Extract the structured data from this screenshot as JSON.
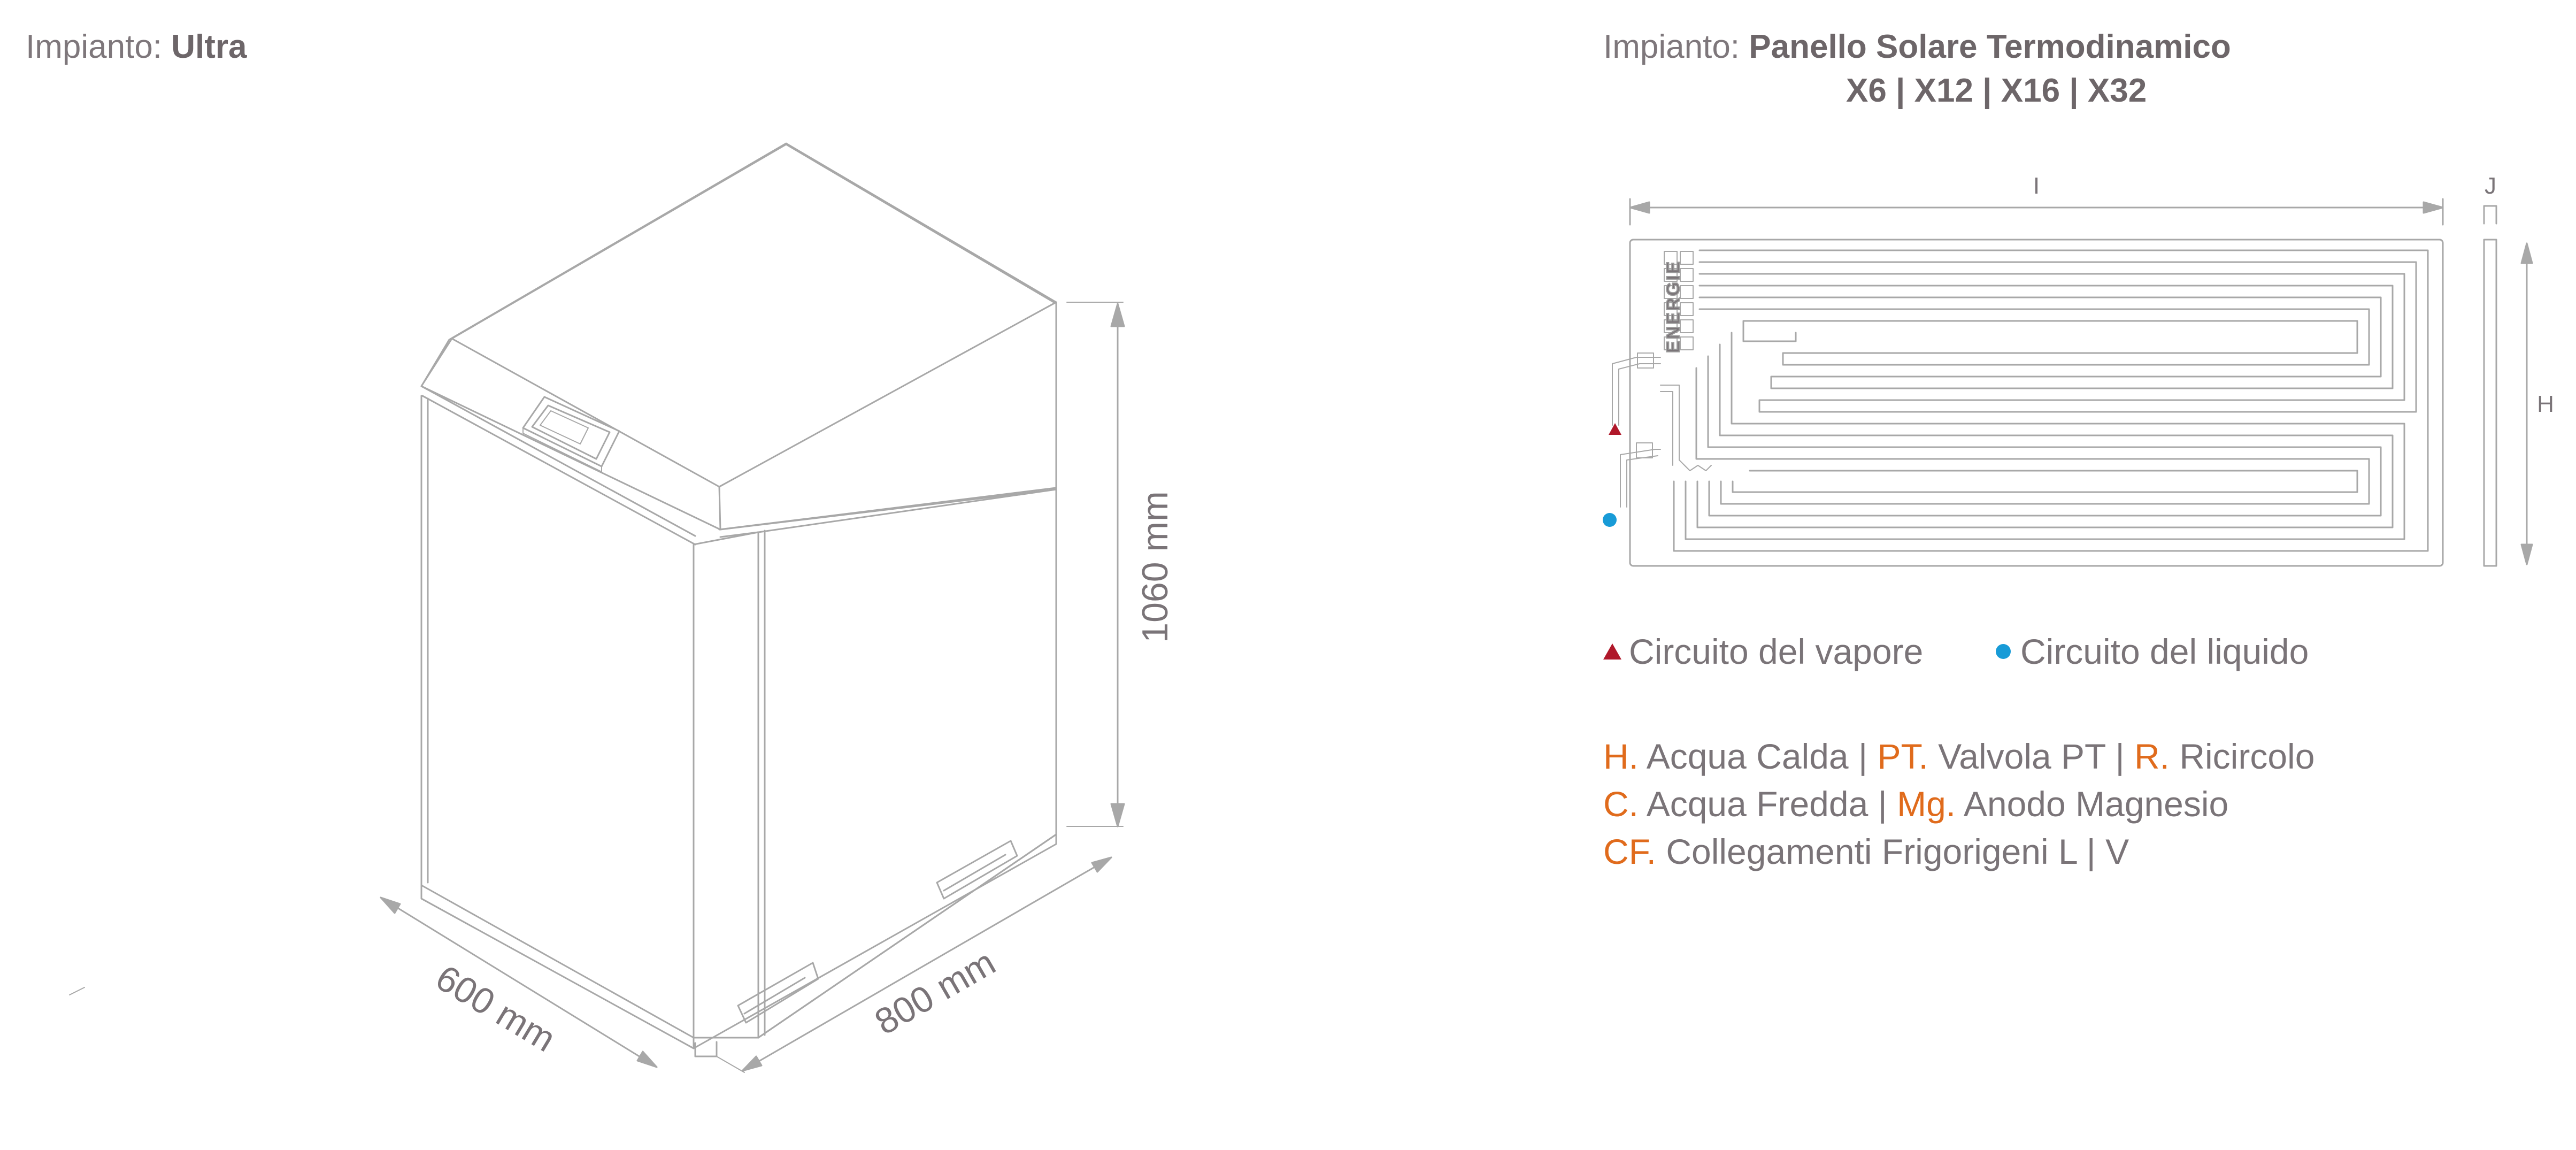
{
  "left_title": {
    "prefix": "Impianto: ",
    "name": "Ultra"
  },
  "right_title": {
    "prefix": "Impianto: ",
    "name": "Panello Solare Termodinamico",
    "models": "X6 | X12 | X16 | X32"
  },
  "boiler_dims": {
    "height": "1060 mm",
    "depth": "600 mm",
    "width": "800 mm"
  },
  "panel": {
    "dim_width": "I",
    "dim_thickness": "J",
    "dim_height": "H",
    "brand": "ENERGIE"
  },
  "legend": {
    "vapor": "Circuito del vapore",
    "liquid": "Circuito del liquido"
  },
  "notes": [
    [
      {
        "k": "H.",
        "v": " Acqua Calda  | "
      },
      {
        "k": "PT.",
        "v": " Valvola PT  | "
      },
      {
        "k": "R.",
        "v": " Ricircolo"
      }
    ],
    [
      {
        "k": "C.",
        "v": " Acqua Fredda  | "
      },
      {
        "k": "Mg.",
        "v": " Anodo Magnesio"
      }
    ],
    [
      {
        "k": "CF.",
        "v": " Collegamenti Frigorigeni L | V"
      }
    ]
  ],
  "colors": {
    "vapor": "#b0182a",
    "liquid": "#189bd7",
    "accent": "#e06b1c",
    "line": "#9a9a9a"
  }
}
